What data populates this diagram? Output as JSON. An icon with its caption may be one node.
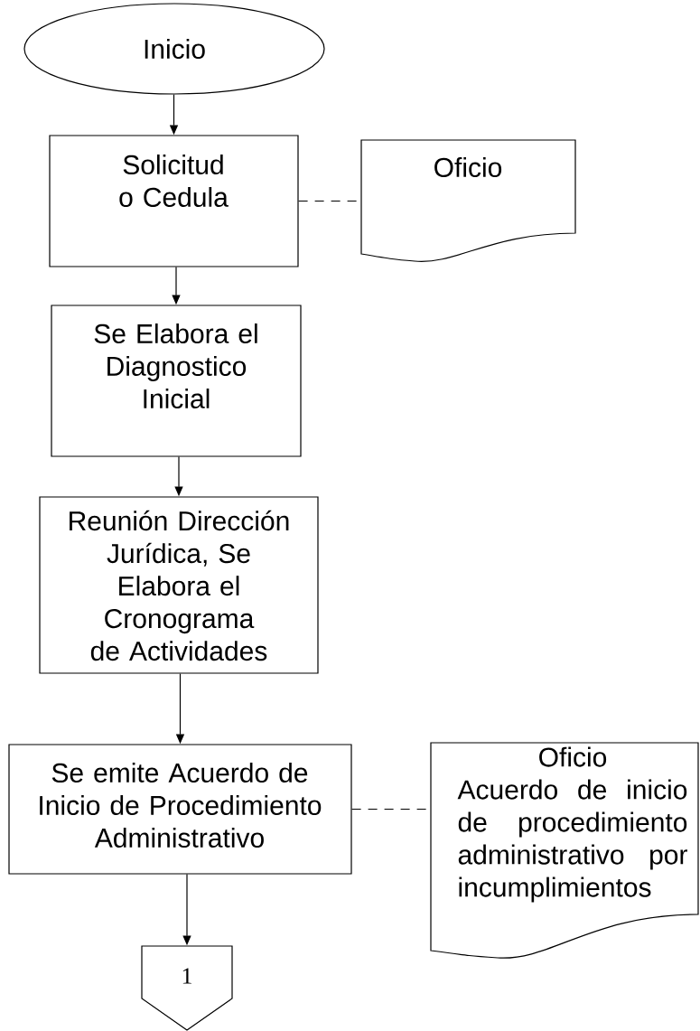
{
  "diagram": {
    "nodes": [
      {
        "text": [
          "Inicio"
        ]
      },
      {
        "text": [
          "Solicitud o Cedula"
        ]
      },
      {
        "text": [
          "Oficio"
        ]
      },
      {
        "text": [
          "Se Elabora el Diagnostico Inicial"
        ]
      },
      {
        "text": [
          "Reunión Dirección Jurídica, Se Elabora el Cronograma de Actividades"
        ]
      },
      {
        "text": [
          "Se emite Acuerdo de Inicio de Procedimiento Administrativo"
        ]
      },
      {
        "text": [
          "Oficio",
          "Acuerdo de inicio de procedimiento administrativo por incumplimientos"
        ]
      },
      {
        "text": [
          "1"
        ]
      }
    ],
    "edges": [
      {
        "from": 0,
        "to": 1,
        "arrow": "to"
      },
      {
        "from": 1,
        "to": 2,
        "arrow": "none",
        "style": "dashed"
      },
      {
        "from": 1,
        "to": 3,
        "arrow": "to"
      },
      {
        "from": 3,
        "to": 4,
        "arrow": "to"
      },
      {
        "from": 4,
        "to": 5,
        "arrow": "to"
      },
      {
        "from": 5,
        "to": 6,
        "arrow": "none",
        "style": "dashed"
      },
      {
        "from": 5,
        "to": 7,
        "arrow": "to"
      }
    ]
  }
}
